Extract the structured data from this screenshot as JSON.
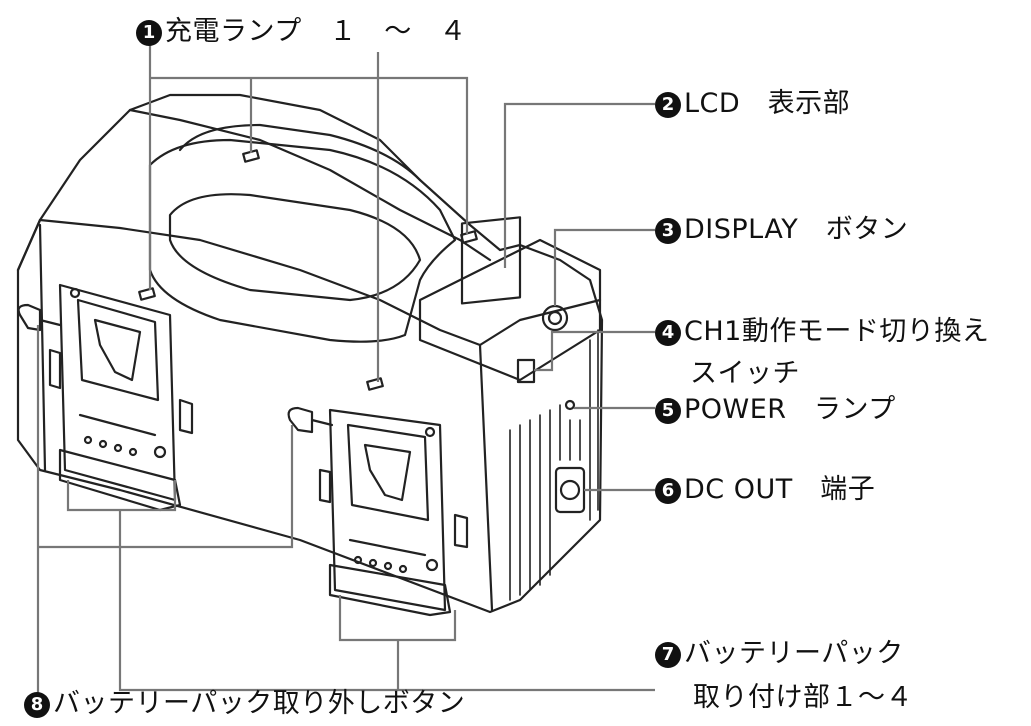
{
  "callouts": [
    {
      "number": "1",
      "label": "充電ランプ　１　～　４"
    },
    {
      "number": "2",
      "label": "LCD　表示部"
    },
    {
      "number": "3",
      "label": "DISPLAY　ボタン"
    },
    {
      "number": "4",
      "label": "CH1動作モード切り換え",
      "label2": "スイッチ"
    },
    {
      "number": "5",
      "label": "POWER　ランプ"
    },
    {
      "number": "6",
      "label": "DC OUT　端子"
    },
    {
      "number": "7",
      "label": "バッテリーパック",
      "label2": "取り付け部１～４"
    },
    {
      "number": "8",
      "label": "バッテリーパック取り外しボタン"
    }
  ]
}
